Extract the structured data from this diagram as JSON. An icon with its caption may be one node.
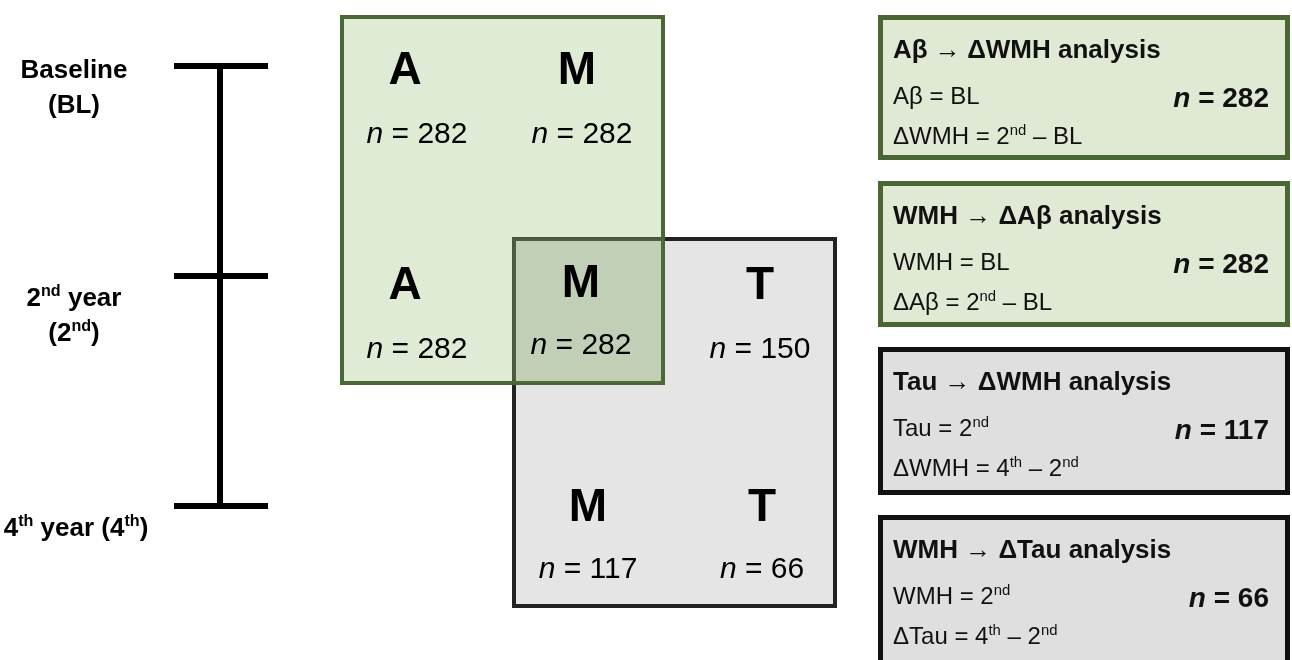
{
  "diagram": {
    "nodes": [
      {
        "text": [
          "A",
          "*n* = 282",
          "M",
          "*n* = 282",
          "A",
          "*n* = 282"
        ]
      },
      {
        "text": [
          "T",
          "*n* = 150",
          "M",
          "*n* = 117",
          "T",
          "*n* = 66"
        ]
      },
      {
        "text": [
          "M",
          "*n* = 282"
        ]
      },
      {
        "text": [
          "Aβ → ΔWMH analysis",
          "Aβ = BL",
          "*n* = 282",
          "ΔWMH = 2$^{nd}$ – BL"
        ]
      },
      {
        "text": [
          "WMH → ΔAβ analysis",
          "WMH = BL",
          "*n* = 282",
          "ΔAβ = 2$^{nd}$ – BL"
        ]
      },
      {
        "text": [
          "Tau → ΔWMH analysis",
          "Tau = 2$^{nd}$",
          "*n* = 117",
          "ΔWMH = 4$^{th}$ – 2$^{nd}$"
        ]
      },
      {
        "text": [
          "WMH → ΔTau analysis",
          "WMH = 2$^{nd}$",
          "*n* = 66",
          "ΔTau = 4$^{th}$ – 2$^{nd}$"
        ]
      }
    ],
    "labels": [
      "Baseline (BL)",
      "2$^{nd}$ year (2$^{nd}$)",
      "4$^{th}$ year (4$^{th}$)"
    ]
  }
}
